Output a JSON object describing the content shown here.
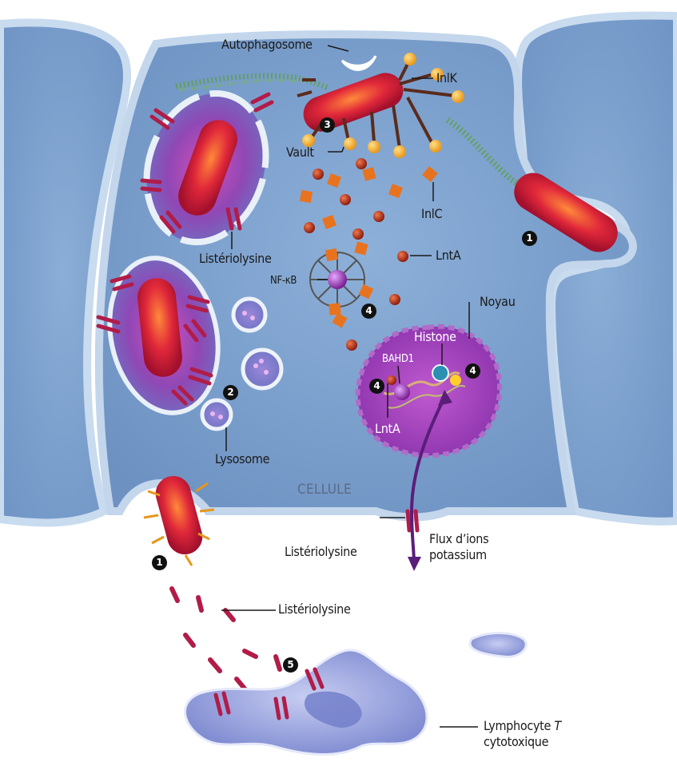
{
  "labels": {
    "autophagosome": "Autophagosome",
    "inlk": "InlK",
    "vault": "Vault",
    "inlc": "InlC",
    "listeriolysine_top": "Listériolysine",
    "lnta_mid": "LntA",
    "nfkb": "NF-κB",
    "noyau": "Noyau",
    "histone": "Histone",
    "bahd1": "BAHD1",
    "lnta_nucleus": "LntA",
    "lysosome": "Lysosome",
    "cellule": "CELLULE",
    "listeriolysine_membrane": "Listériolysine",
    "flux_line1": "Flux d’ions",
    "flux_line2": "potassium",
    "listeriolysine_bottom": "Listériolysine",
    "lymphocyte_line1": "Lymphocyte",
    "lymphocyte_t": "T",
    "lymphocyte_line2": "cytotoxique"
  },
  "step_markers": {
    "n1": "1",
    "n2": "2",
    "n3": "3",
    "n4": "4",
    "n5": "5"
  },
  "colors": {
    "cell_fill": "#7fa3cf",
    "cell_edge": "#c3d6ec",
    "bacterium": "#d0243e",
    "nucleus": "#9b3fb8",
    "listeriolysin": "#b11c48",
    "inlc": "#e8731f",
    "lnta": "#b8331c",
    "vault": "#f3b22a",
    "lymphocyte": "#8b96d6"
  }
}
